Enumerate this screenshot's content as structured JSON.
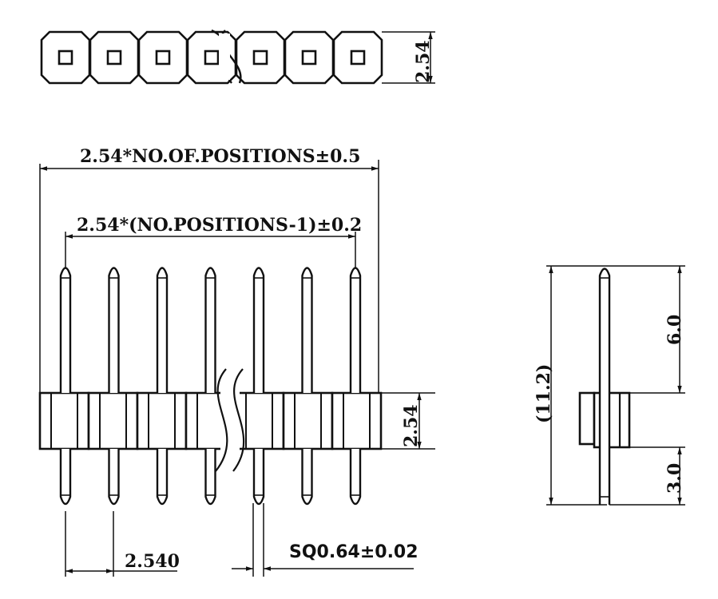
{
  "top_view": {
    "pitch_label": "2.54",
    "positions": 7
  },
  "front_view": {
    "overall_length_label": "2.54*NO.OF.POSITIONS±0.5",
    "pin_span_label": "2.54*(NO.POSITIONS-1)±0.2",
    "body_height_label": "2.54",
    "pitch_label": "2.540",
    "pin_size_label": "SQ0.64±0.02",
    "positions": 7
  },
  "side_view": {
    "total_height_label": "(11.2)",
    "upper_pin_label": "6.0",
    "lower_pin_label": "3.0"
  }
}
